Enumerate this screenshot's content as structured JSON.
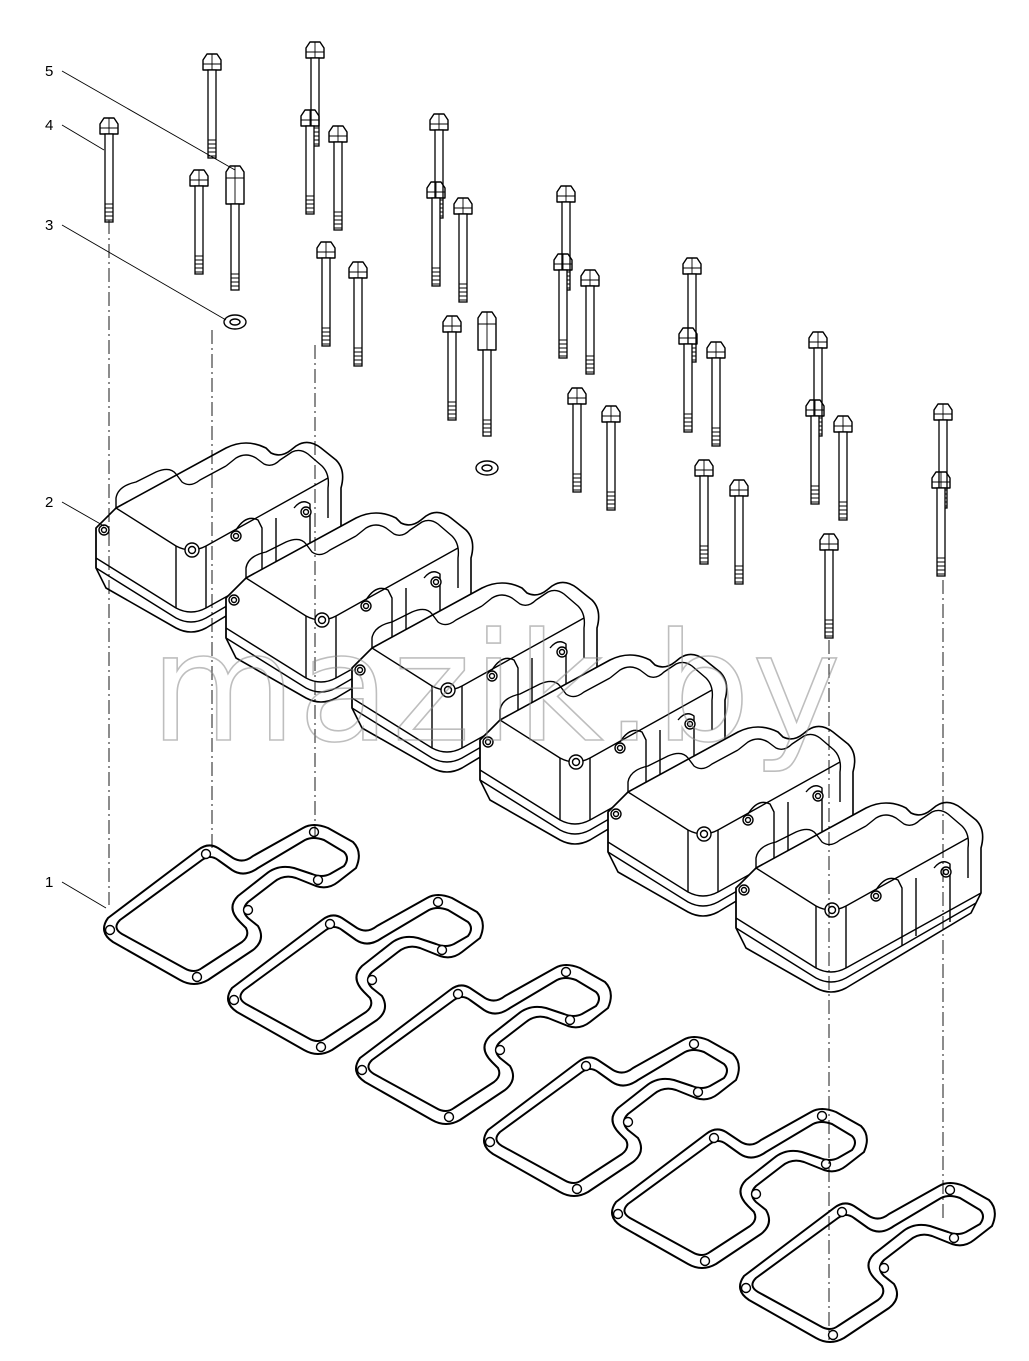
{
  "watermark": {
    "text": "mazik.by"
  },
  "callouts": [
    {
      "number": "1"
    },
    {
      "number": "2"
    },
    {
      "number": "3"
    },
    {
      "number": "4"
    },
    {
      "number": "5"
    }
  ],
  "parts": {
    "gasket_count": 6,
    "cover_count": 6
  }
}
